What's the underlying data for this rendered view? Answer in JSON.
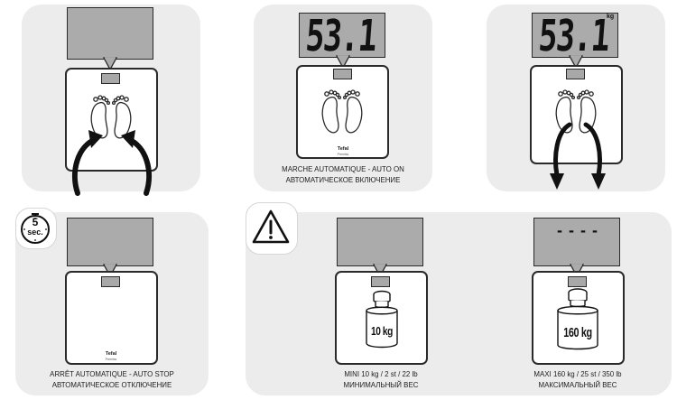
{
  "panels": {
    "auto_on": {
      "display_value": "53.1",
      "caption_line1": "MARCHE AUTOMATIQUE - AUTO ON",
      "caption_line2": "АВТОМАТИЧЕСКОЕ ВКЛЮЧЕНИЕ"
    },
    "weigh": {
      "display_value": "53.1",
      "unit": "kg"
    },
    "auto_stop": {
      "timer_value": "5",
      "timer_unit": "sec.",
      "caption_line1": "ARRÊT AUTOMATIQUE - AUTO STOP",
      "caption_line2": "АВТОМАТИЧЕСКОЕ ОТКЛЮЧЕНИЕ"
    },
    "min": {
      "weight_label": "10 kg",
      "caption_line1": "MINI 10 kg  / 2 st / 22 lb",
      "caption_line2": "МИНИМАЛЬНЫЙ ВЕС"
    },
    "max": {
      "display_value": "- - - -",
      "weight_label": "160 kg",
      "caption_line1": "MAXI 160 kg  / 25 st / 350 lb",
      "caption_line2": "МАКСИМАЛЬНЫЙ ВЕС"
    }
  },
  "brand": {
    "name": "Tefal",
    "sub": "Premiss"
  },
  "icons": {
    "warning": "warning-triangle-icon",
    "timer": "stopwatch-icon",
    "arrows_up": "step-on-arrows-icon",
    "arrows_down": "step-off-arrows-icon",
    "footprints": "footprints-icon",
    "weight": "calibration-weight-icon"
  },
  "colors": {
    "panel": "#ececec",
    "display": "#ababab",
    "ink": "#2a2a2a"
  }
}
